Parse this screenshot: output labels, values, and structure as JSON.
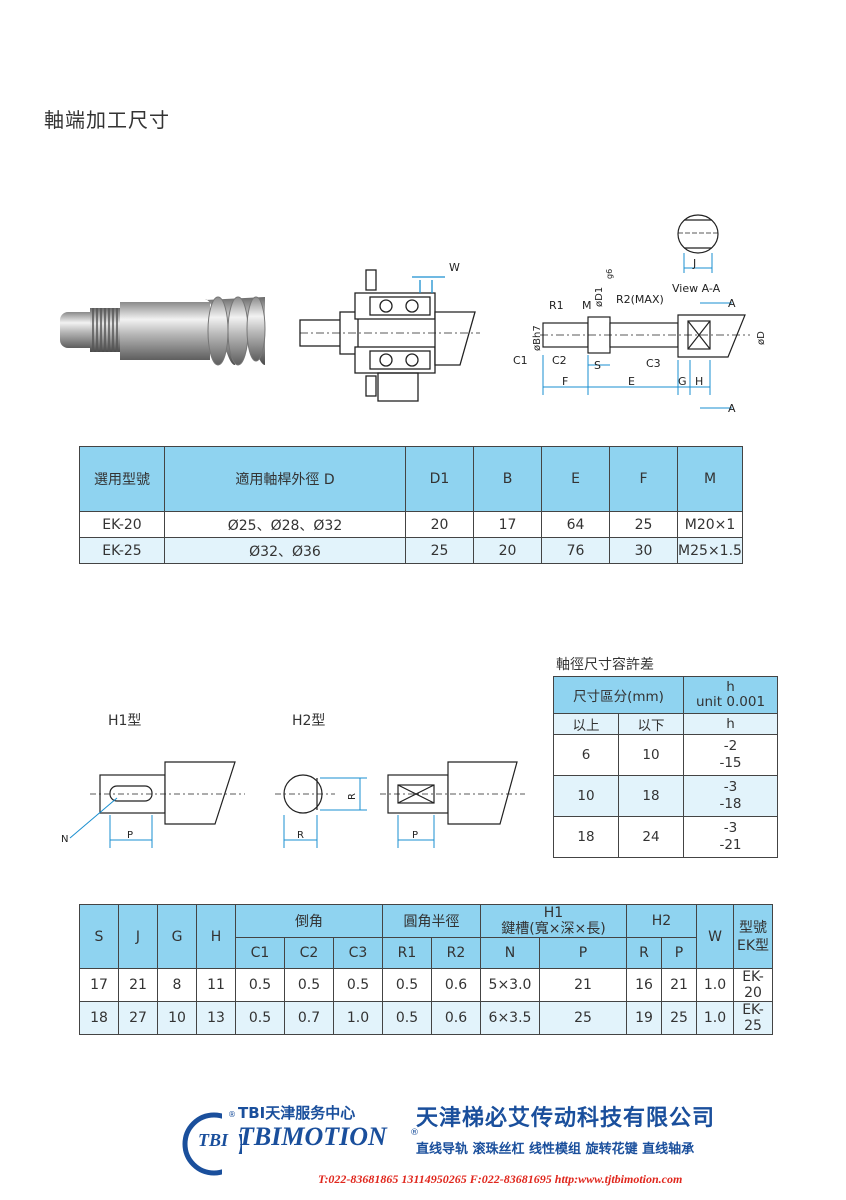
{
  "title": "軸端加工尺寸",
  "diagram_labels": {
    "w": "W",
    "j": "J",
    "view": "View A-A",
    "a": "A",
    "r1": "R1",
    "m": "M",
    "d1": "øD1",
    "g6": "g6",
    "r2max": "R2(MAX)",
    "bh7": "øBh7",
    "c1": "C1",
    "c2": "C2",
    "s": "S",
    "c3": "C3",
    "d": "øD",
    "f": "F",
    "e": "E",
    "g": "G",
    "h": "H"
  },
  "table1": {
    "headers": [
      "選用型號",
      "適用軸桿外徑 D",
      "D1",
      "B",
      "E",
      "F",
      "M"
    ],
    "rows": [
      [
        "EK-20",
        "Ø25、Ø28、Ø32",
        "20",
        "17",
        "64",
        "25",
        "M20×1"
      ],
      [
        "EK-25",
        "Ø32、Ø36",
        "25",
        "20",
        "76",
        "30",
        "M25×1.5"
      ]
    ]
  },
  "h1_caption": "H1型",
  "h2_caption": "H2型",
  "h_labels": {
    "n": "N",
    "p": "P",
    "r": "R"
  },
  "tolerance": {
    "title": "軸徑尺寸容許差",
    "h_size": "尺寸區分(mm)",
    "h_unit_1": "h",
    "h_unit_2": "unit 0.001",
    "sub": [
      "以上",
      "以下",
      "h"
    ],
    "rows": [
      [
        "6",
        "10",
        "-2",
        "-15"
      ],
      [
        "10",
        "18",
        "-3",
        "-18"
      ],
      [
        "18",
        "24",
        "-3",
        "-21"
      ]
    ]
  },
  "table3": {
    "h_s": "S",
    "h_j": "J",
    "h_g": "G",
    "h_h": "H",
    "h_chamfer": "倒角",
    "h_radius": "圓角半徑",
    "h_h1_1": "H1",
    "h_h1_2": "鍵槽(寬×深×長)",
    "h_h2": "H2",
    "h_w": "W",
    "h_model_1": "型號",
    "h_model_2": "EK型",
    "sub": [
      "C1",
      "C2",
      "C3",
      "R1",
      "R2",
      "N",
      "P",
      "R",
      "P"
    ],
    "rows": [
      [
        "17",
        "21",
        "8",
        "11",
        "0.5",
        "0.5",
        "0.5",
        "0.5",
        "0.6",
        "5×3.0",
        "21",
        "16",
        "21",
        "1.0",
        "EK-20"
      ],
      [
        "18",
        "27",
        "10",
        "13",
        "0.5",
        "0.7",
        "1.0",
        "0.5",
        "0.6",
        "6×3.5",
        "25",
        "19",
        "25",
        "1.0",
        "EK-25"
      ]
    ]
  },
  "footer": {
    "logo_mark": "TBI",
    "center": "TBI天津服务中心",
    "brand": "TBIMOTION",
    "reg": "®",
    "company": "天津梯必艾传动科技有限公司",
    "products": "直线导轨 滚珠丝杠 线性模组 旋转花键 直线轴承",
    "contact": "T:022-83681865 13114950265 F:022-83681695  http:www.tjtbimotion.com",
    "colors": {
      "blue": "#1a4f9c",
      "red": "#e0261c"
    }
  }
}
